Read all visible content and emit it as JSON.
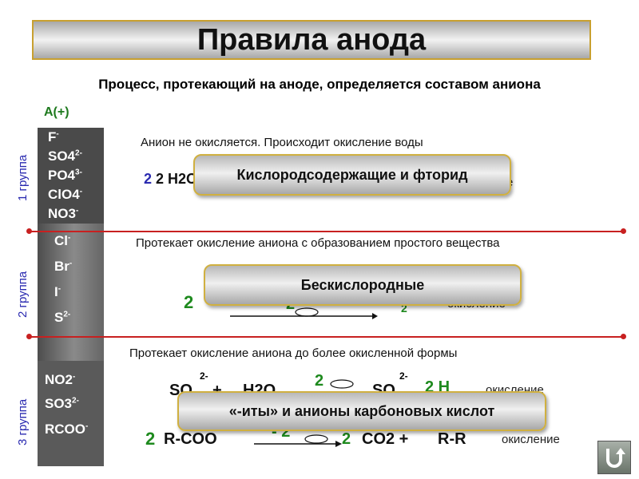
{
  "title": "Правила анода",
  "subtitle": "Процесс, протекающий на аноде, определяется составом аниона",
  "anode_label": "A(+)",
  "groups": [
    {
      "label": "1 группа",
      "ions": [
        "F",
        "SO4",
        "PO4",
        "ClO4",
        "NO3"
      ],
      "charges": [
        "-",
        "2-",
        "3-",
        "-",
        "-"
      ],
      "description": "Анион не окисляется. Происходит окисление воды",
      "badge": "Кислородсодержащие и фторид",
      "equation_prefix": "2 H2O",
      "equation_suffix": "е"
    },
    {
      "label": "2 группа",
      "ions": [
        "Cl",
        "Br",
        "I",
        "S"
      ],
      "charges": [
        "-",
        "-",
        "-",
        "2-"
      ],
      "description": "Протекает окисление аниона с образованием простого вещества",
      "badge": "Бескислородные",
      "equation_coef": "2",
      "equation_mid": "2",
      "equation_product_sub": "2",
      "note": "окисление"
    },
    {
      "label": "3 группа",
      "ions": [
        "NO2",
        "SO3",
        "RCOO"
      ],
      "charges": [
        "-",
        "2-",
        "-"
      ],
      "description": "Протекает окисление аниона до более окисленной формы",
      "badge": "«-иты» и анионы карбоновых кислот",
      "eq1": {
        "left": "SO",
        "h2o": "H2O",
        "coef": "2",
        "right": "SO",
        "h": "2 H",
        "charge1": "2-",
        "charge2": "2-",
        "plus": "+"
      },
      "eq2": {
        "coef": "2",
        "reagent": "R-COO",
        "minus_coef": "- 2",
        "coef2": "2",
        "product": "CO2 +",
        "product2": "R-R"
      },
      "note": "окисление"
    }
  ],
  "colors": {
    "group_label": "#2a2ab0",
    "divider": "#c82020",
    "green": "#1e8a1e"
  },
  "icons": {
    "back": "u-turn-arrow-icon"
  }
}
